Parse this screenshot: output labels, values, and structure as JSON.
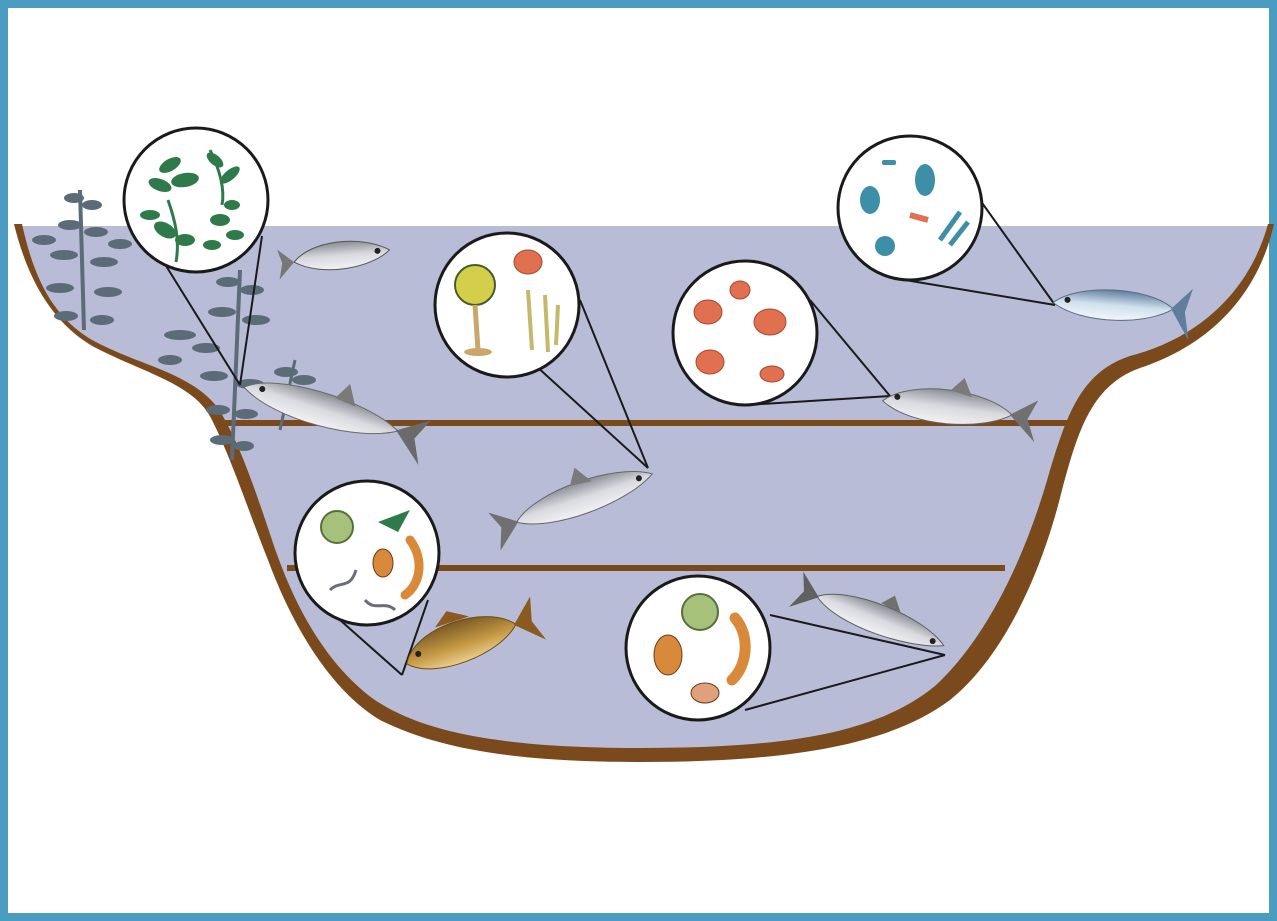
{
  "colors": {
    "frame": "#4a9cc0",
    "water": "#b9bcd6",
    "soil": "#7b4a1c",
    "layer_line": "#7b4a1c",
    "plant": "#5c6b78",
    "circle_fill": "#ffffff",
    "circle_stroke": "#1a1a1a",
    "macrophyte": "#2f7a4a",
    "zooplankton": "#e07050",
    "phytoplankton": "#3d8fa8",
    "benthos": "#d9893a"
  },
  "water_layers": [
    "surface",
    "middle",
    "bottom"
  ],
  "fish": [
    {
      "id": "grass-carp",
      "depth": "surface",
      "food": "aquatic-plants"
    },
    {
      "id": "small-fish",
      "depth": "surface",
      "food": ""
    },
    {
      "id": "catla",
      "depth": "surface",
      "food": "zooplankton"
    },
    {
      "id": "silver-carp",
      "depth": "surface",
      "food": "phytoplankton"
    },
    {
      "id": "rohu",
      "depth": "middle",
      "food": "plankton-mix"
    },
    {
      "id": "common-carp",
      "depth": "bottom",
      "food": "detritus-benthos"
    },
    {
      "id": "mrigal",
      "depth": "bottom",
      "food": "benthos"
    }
  ],
  "icons": [
    "aquatic-plant-icon",
    "fish-icon",
    "magnifier-circle-icon"
  ]
}
